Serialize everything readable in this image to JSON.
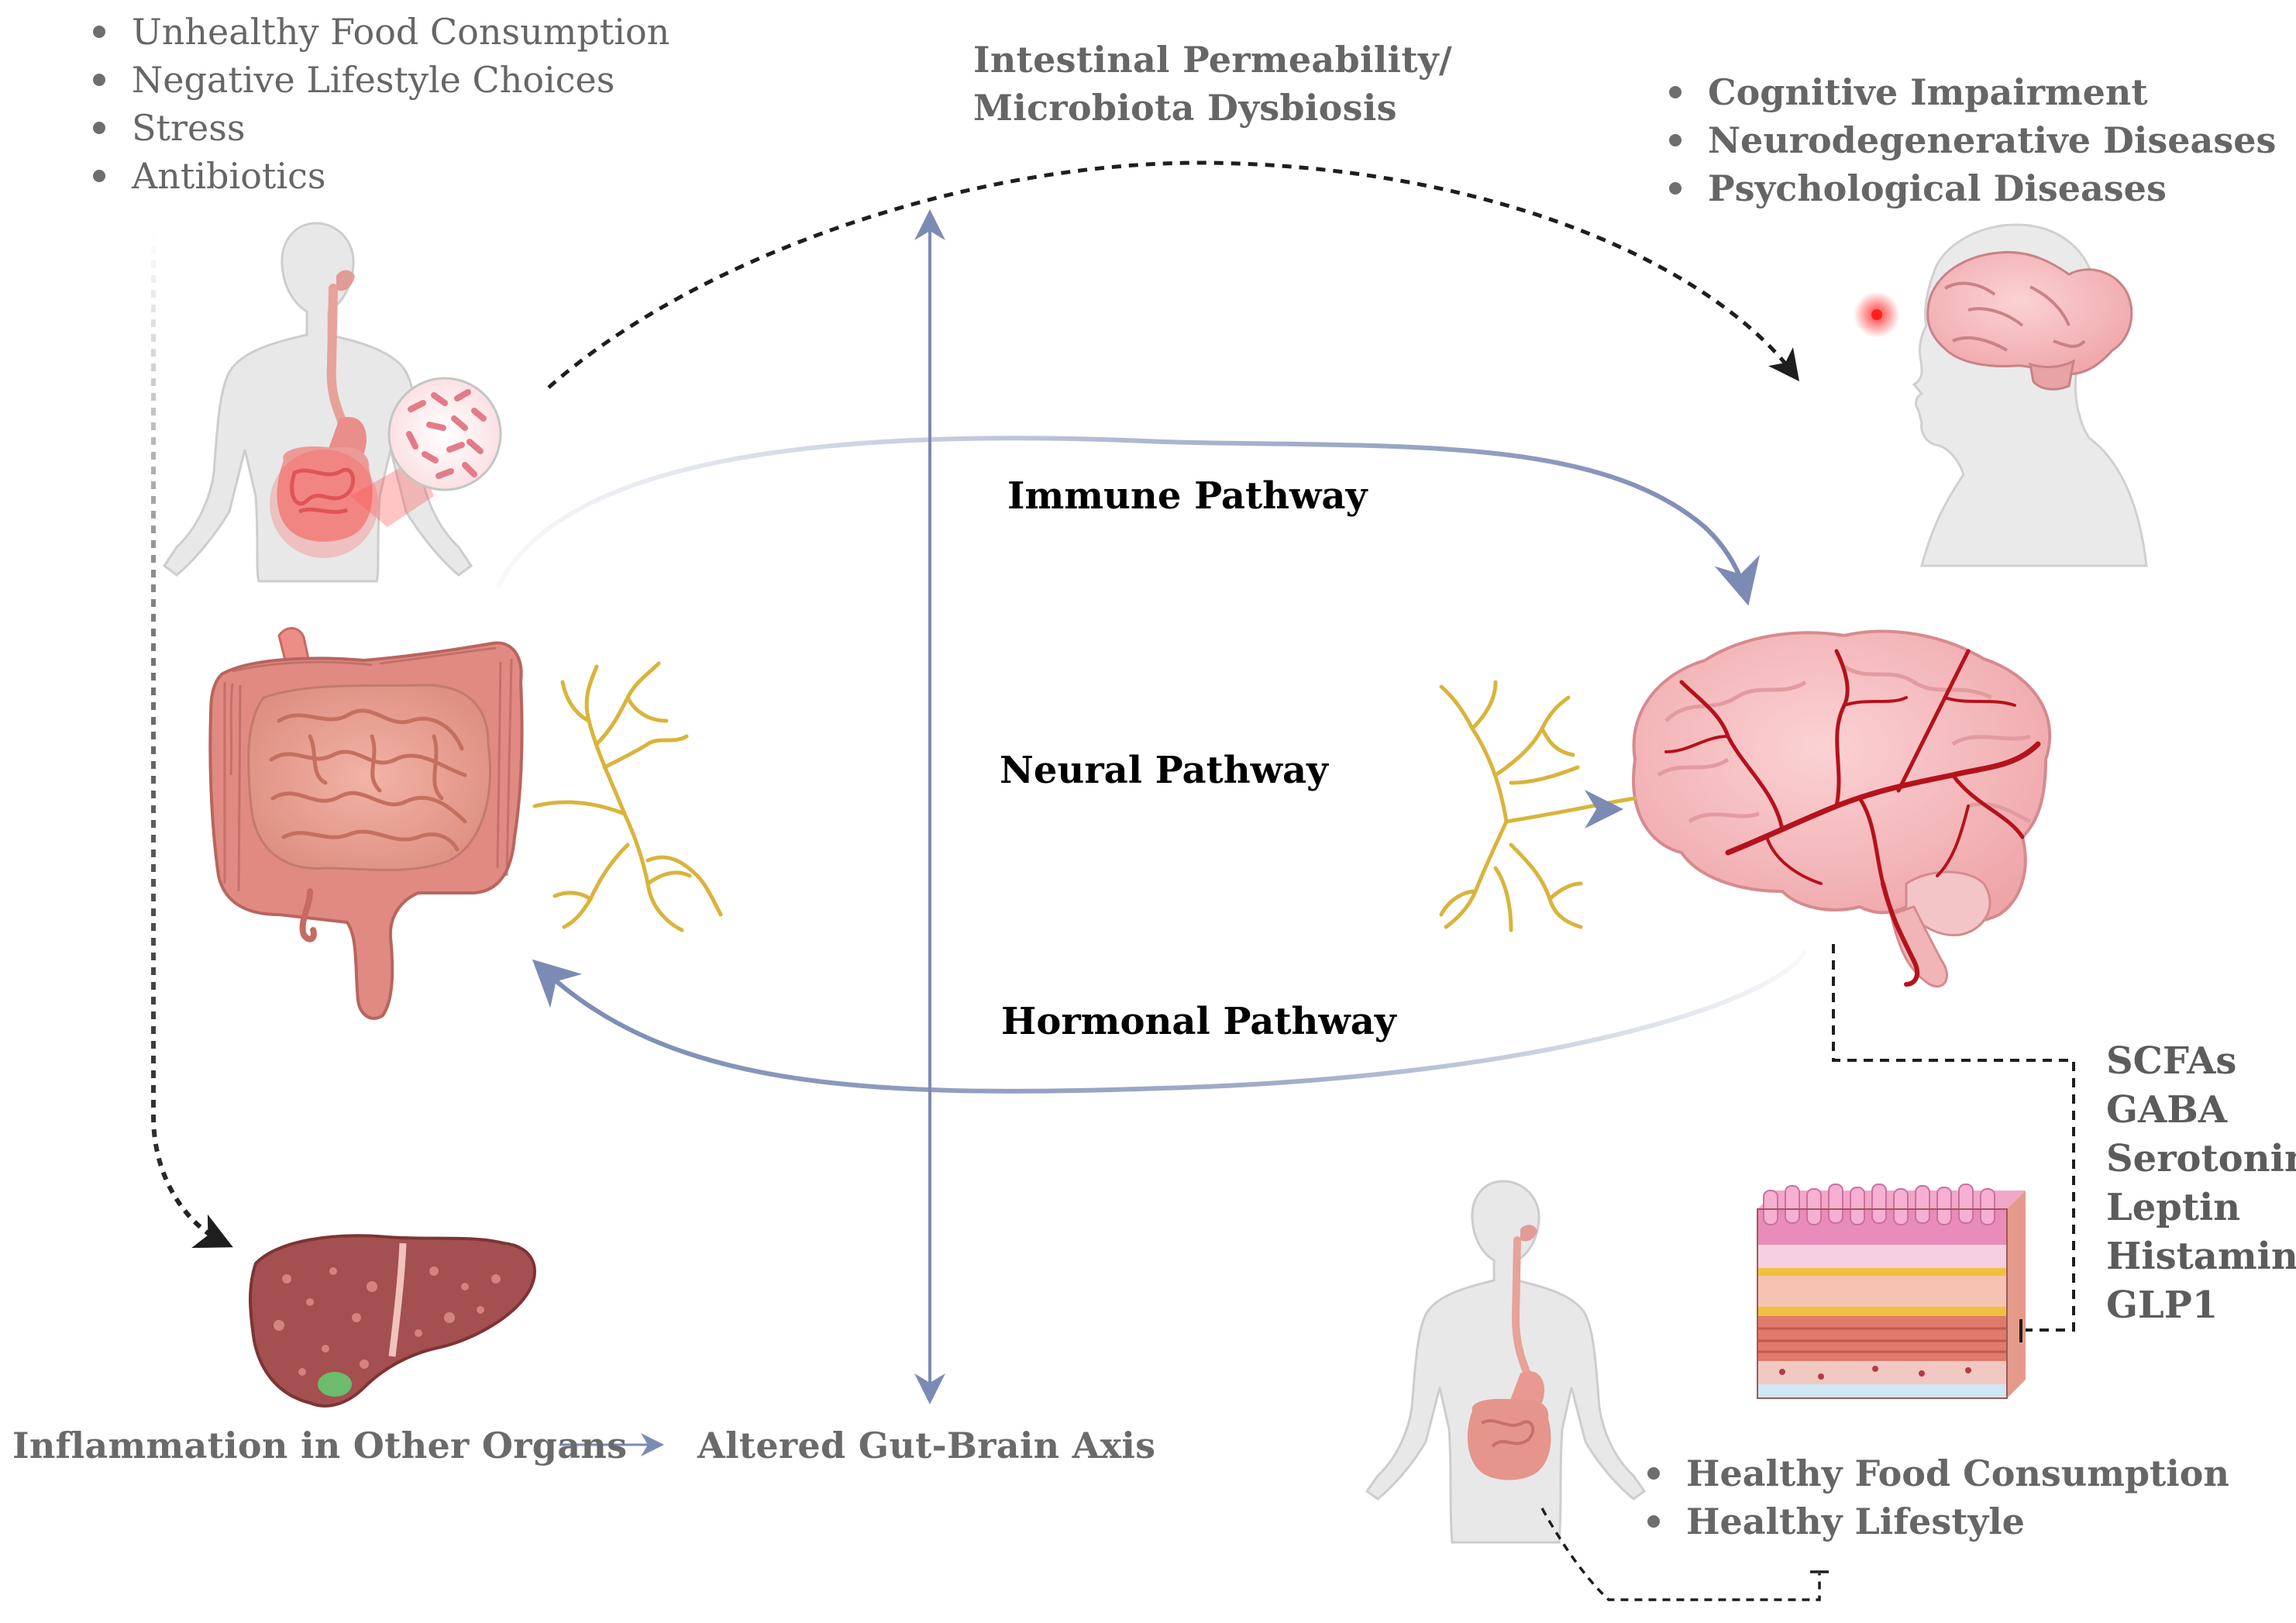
{
  "risk_factors": [
    "Unhealthy Food Consumption",
    "Negative Lifestyle Choices",
    "Stress",
    "Antibiotics"
  ],
  "permeability_label": {
    "line1": "Intestinal Permeability/",
    "line2": "Microbiota Dysbiosis"
  },
  "outcomes": [
    "Cognitive Impairment",
    "Neurodegenerative Diseases",
    "Psychological Diseases"
  ],
  "pathways": {
    "immune": "Immune Pathway",
    "neural": "Neural Pathway",
    "hormonal": "Hormonal Pathway"
  },
  "inflammation_label": "Inflammation in Other Organs",
  "axis_label": "Altered Gut-Brain Axis",
  "molecules": [
    "SCFAs",
    "GABA",
    "Serotonin",
    "Leptin",
    "Histamine",
    "GLP1"
  ],
  "healthy_factors": [
    "Healthy Food Consumption",
    "Healthy Lifestyle"
  ],
  "colors": {
    "pathway_arrow": "#7b8bb3",
    "dashed_arrow": "#1e1e1e",
    "nerve": "#d9b43c",
    "gut": "#e49a8c",
    "brain": "#f3b8bb",
    "brain_vessel": "#b5121b",
    "liver": "#a04e4e",
    "body_silhouette": "#e6e6e6"
  }
}
